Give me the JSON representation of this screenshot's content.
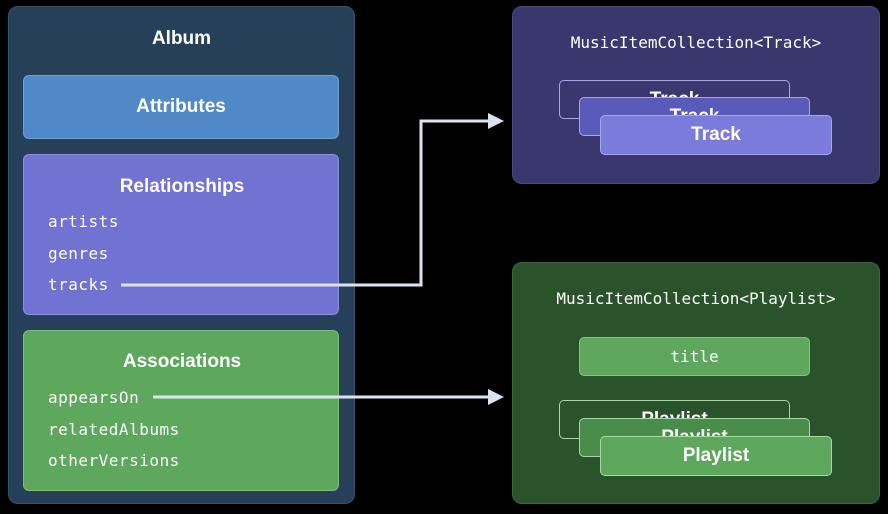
{
  "album": {
    "title": "Album",
    "attributes_label": "Attributes",
    "relationships": {
      "title": "Relationships",
      "items": [
        "artists",
        "genres",
        "tracks"
      ]
    },
    "associations": {
      "title": "Associations",
      "items": [
        "appearsOn",
        "relatedAlbums",
        "otherVersions"
      ]
    }
  },
  "track_collection": {
    "title": "MusicItemCollection<Track>",
    "cards": [
      "Track",
      "Track",
      "Track"
    ]
  },
  "playlist_collection": {
    "title": "MusicItemCollection<Playlist>",
    "attribute": "title",
    "cards": [
      "Playlist",
      "Playlist",
      "Playlist"
    ]
  },
  "colors": {
    "background": "#000000",
    "album_bg": "#26405a",
    "attributes": "#5089c6",
    "relationships": "#7272d2",
    "associations": "#5ea85d",
    "track_collection_bg": "#38386e",
    "playlist_collection_bg": "#2a522b",
    "arrow": "#dde3ea"
  }
}
